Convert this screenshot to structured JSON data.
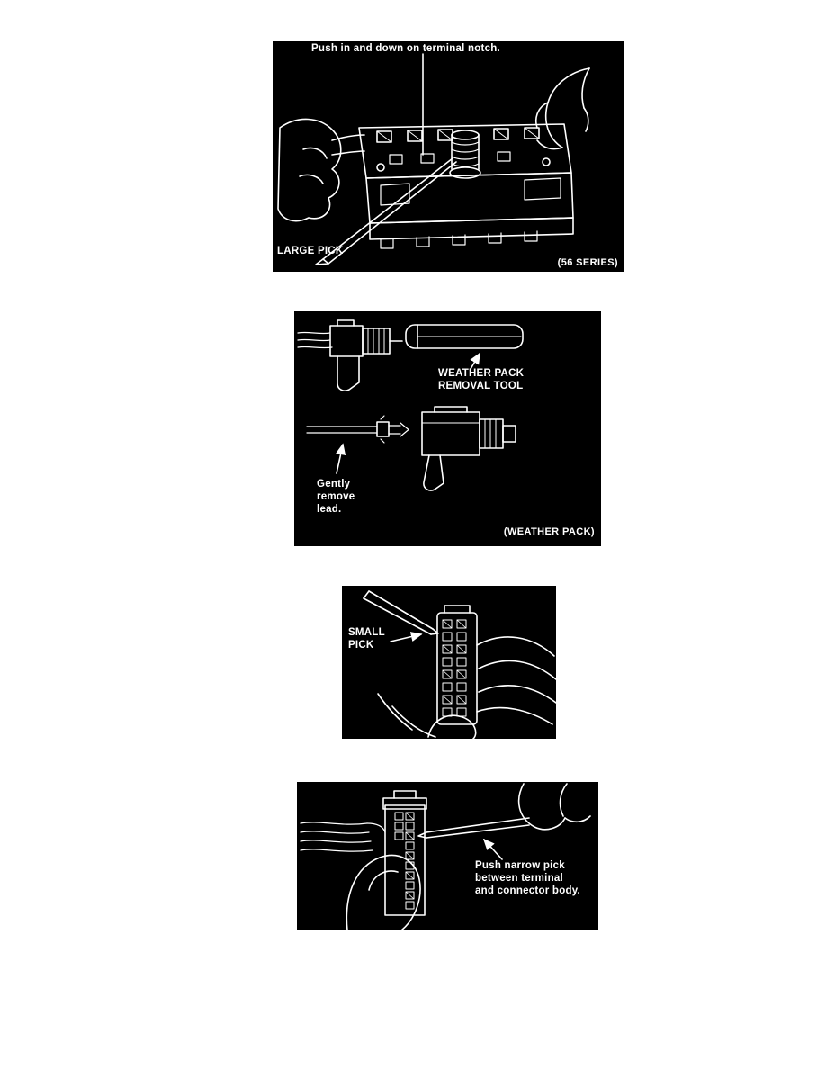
{
  "colors": {
    "page_background": "#ffffff",
    "panel_background": "#000000",
    "line_art": "#ffffff"
  },
  "figures": [
    {
      "name": "56-series-terminal-removal",
      "caption": "Push in and down on terminal notch.",
      "tool_label": "LARGE PICK",
      "tag": "(56 SERIES)"
    },
    {
      "name": "weather-pack-terminal-removal",
      "tool_label": "WEATHER PACK\nREMOVAL TOOL",
      "action_label": "Gently\nremove\nlead.",
      "tag": "(WEATHER PACK)"
    },
    {
      "name": "small-pick-terminal-removal",
      "tool_label": "SMALL\nPICK"
    },
    {
      "name": "narrow-pick-terminal-removal",
      "caption": "Push narrow pick\nbetween terminal\nand connector body."
    }
  ]
}
